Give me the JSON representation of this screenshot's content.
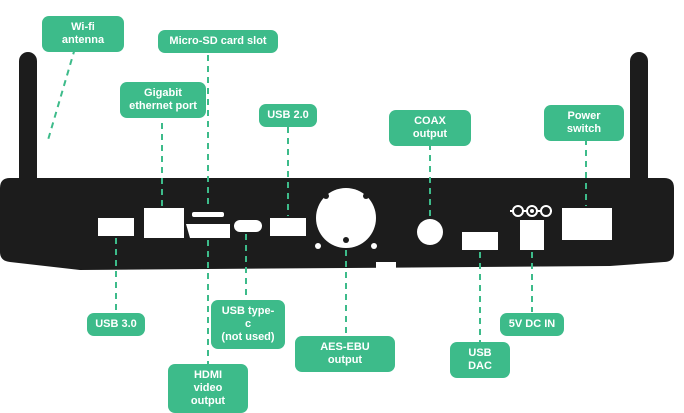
{
  "labels": {
    "wifi_antenna": "Wi-fi antenna",
    "micro_sd": "Micro-SD card slot",
    "gigabit": "Gigabit\nethernet port",
    "usb2": "USB 2.0",
    "coax": "COAX output",
    "power_switch": "Power switch",
    "usb3": "USB 3.0",
    "usb_type_c": "USB type-c\n(not used)",
    "hdmi": "HDMI\nvideo output",
    "aes_ebu": "AES-EBU output",
    "usb_dac": "USB DAC",
    "dc_in": "5V DC IN"
  },
  "colors": {
    "accent": "#3dbb8a",
    "device": "#1c1c1c",
    "port": "#ffffff"
  }
}
